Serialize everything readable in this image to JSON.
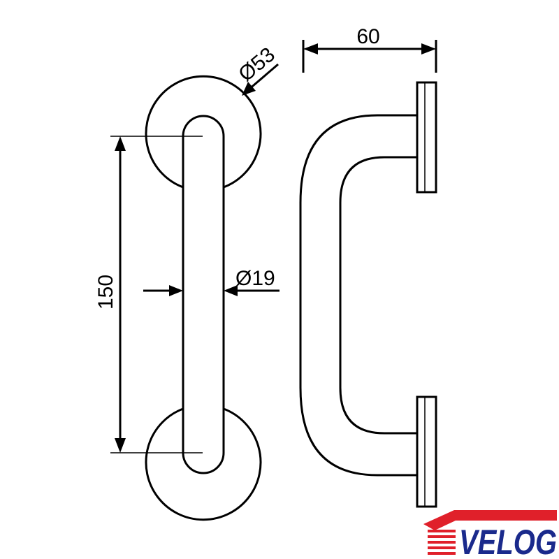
{
  "dimensions": {
    "flange_diameter": "Ø53",
    "tube_diameter": "Ø19",
    "length": "150",
    "depth": "60"
  },
  "logo": {
    "text": "VELOG",
    "text_color": "#1a2a8c",
    "roof_color": "#e0202a"
  },
  "colors": {
    "line": "#000000",
    "background": "#ffffff"
  }
}
